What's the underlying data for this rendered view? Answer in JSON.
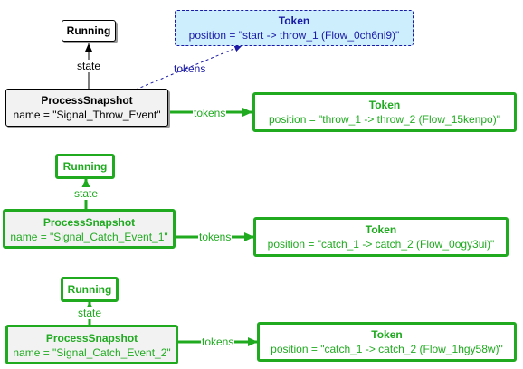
{
  "colors": {
    "green": "#1faa1f",
    "blue": "#1a1aa6",
    "black": "#000000"
  },
  "group1": {
    "state": {
      "title": "Running"
    },
    "state_edge_label": "state",
    "snapshot": {
      "title": "ProcessSnapshot",
      "attr": "name = \"Signal_Throw_Event\""
    },
    "token_a": {
      "title": "Token",
      "attr": "position = \"start -> throw_1 (Flow_0ch6ni9)\""
    },
    "token_a_edge_label": "tokens",
    "token_b": {
      "title": "Token",
      "attr": "position = \"throw_1 -> throw_2 (Flow_15kenpo)\""
    },
    "token_b_edge_label": "tokens"
  },
  "group2": {
    "state": {
      "title": "Running"
    },
    "state_edge_label": "state",
    "snapshot": {
      "title": "ProcessSnapshot",
      "attr": "name = \"Signal_Catch_Event_1\""
    },
    "token": {
      "title": "Token",
      "attr": "position = \"catch_1 -> catch_2 (Flow_0ogy3ui)\""
    },
    "token_edge_label": "tokens"
  },
  "group3": {
    "state": {
      "title": "Running"
    },
    "state_edge_label": "state",
    "snapshot": {
      "title": "ProcessSnapshot",
      "attr": "name = \"Signal_Catch_Event_2\""
    },
    "token": {
      "title": "Token",
      "attr": "position = \"catch_1 -> catch_2 (Flow_1hgy58w)\""
    },
    "token_edge_label": "tokens"
  }
}
